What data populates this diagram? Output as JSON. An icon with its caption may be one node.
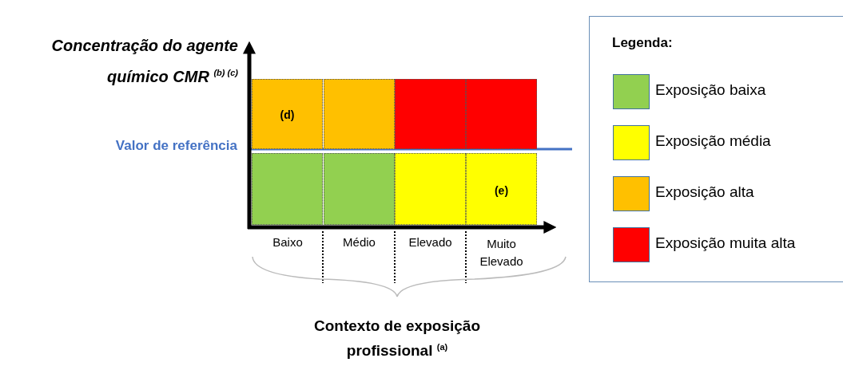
{
  "diagram": {
    "nodes": [
      {
        "text": [
          "(d)"
        ]
      },
      {
        "text": [],
        "shape": "box"
      },
      {
        "text": [],
        "shape": "box"
      },
      {
        "text": [],
        "shape": "box"
      },
      {
        "text": [],
        "shape": "box"
      },
      {
        "text": [],
        "shape": "box"
      },
      {
        "text": [],
        "shape": "box"
      },
      {
        "text": [
          "(e)"
        ]
      }
    ],
    "labels": [
      "Concentração do agente químico CMR $^{(b) (c)}$",
      "Valor de referência",
      "Baixo",
      "Médio",
      "Elevado",
      "Muito Elevado",
      "Contexto de exposição profissional $^{(a)}$",
      "Legenda:"
    ],
    "legend": [
      {
        "text": "Exposição baixa",
        "color": "#92d050"
      },
      {
        "text": "Exposição média",
        "color": "#ffff00"
      },
      {
        "text": "Exposição alta",
        "color": "#ffc000"
      },
      {
        "text": "Exposição muita alta",
        "color": "#ff0000"
      }
    ]
  }
}
